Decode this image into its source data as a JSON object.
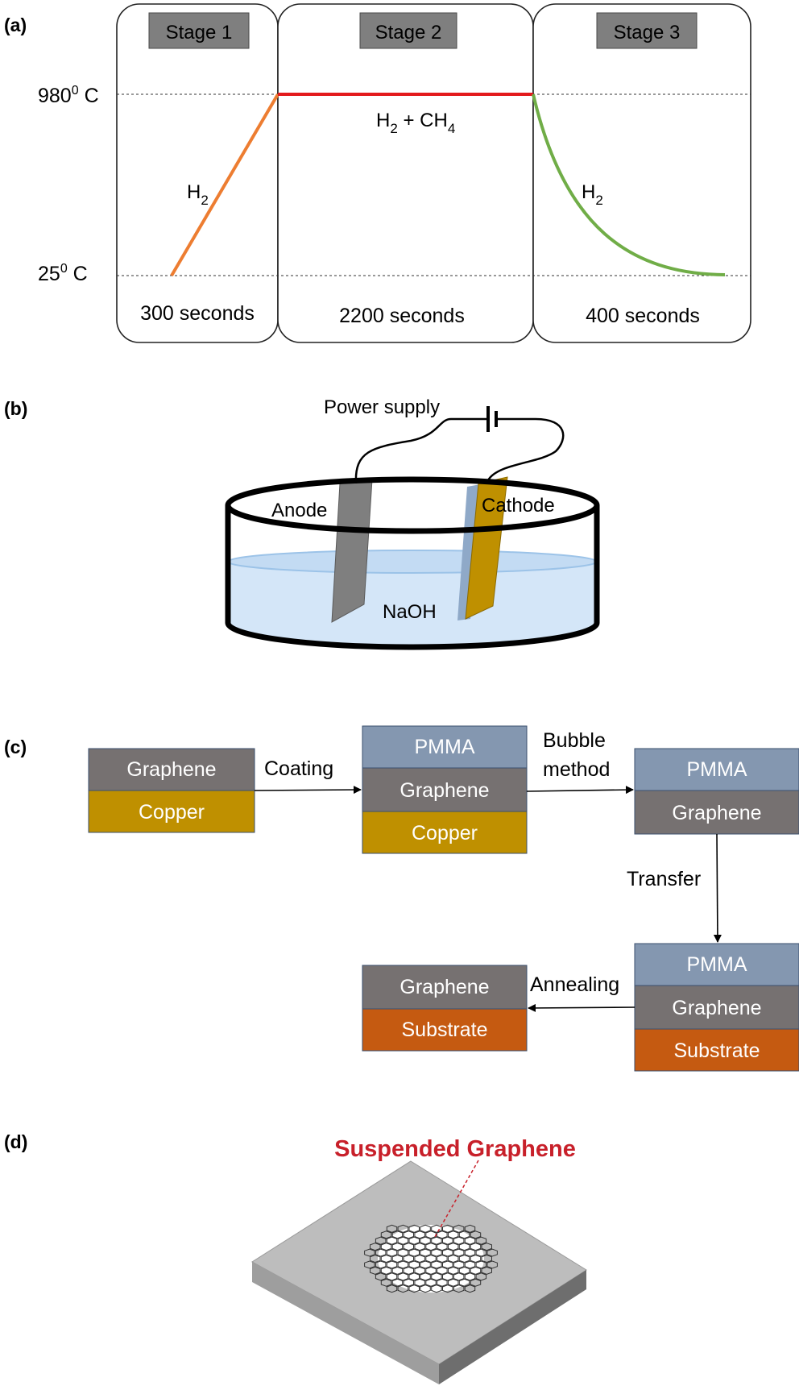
{
  "panel_labels": {
    "a": "(a)",
    "b": "(b)",
    "c": "(c)",
    "d": "(d)"
  },
  "panel_a": {
    "stages": [
      "Stage 1",
      "Stage 2",
      "Stage 3"
    ],
    "durations": [
      "300 seconds",
      "2200 seconds",
      "400 seconds"
    ],
    "temp_high": {
      "num": "980",
      "sup": "0",
      "unit": " C"
    },
    "temp_low": {
      "num": "25",
      "sup": "0",
      "unit": " C"
    },
    "gas_stage1": {
      "main": "H",
      "sub": "2"
    },
    "gas_stage2": {
      "h": "H",
      "h_sub": "2",
      "plus": " + CH",
      "ch_sub": "4"
    },
    "gas_stage3": {
      "main": "H",
      "sub": "2"
    },
    "colors": {
      "ramp": "#ED7D31",
      "hold": "#E31A1C",
      "cool": "#70AD47"
    }
  },
  "panel_b": {
    "power_supply": "Power supply",
    "anode": "Anode",
    "cathode": "Cathode",
    "solution": "NaOH"
  },
  "panel_c": {
    "stack1": [
      "Graphene",
      "Copper"
    ],
    "step1": "Coating",
    "stack2": [
      "PMMA",
      "Graphene",
      "Copper"
    ],
    "step2_line1": "Bubble",
    "step2_line2": "method",
    "stack3": [
      "PMMA",
      "Graphene"
    ],
    "step3": "Transfer",
    "stack4": [
      "PMMA",
      "Graphene",
      "Substrate"
    ],
    "step4": "Annealing",
    "stack5": [
      "Graphene",
      "Substrate"
    ],
    "colors": {
      "pmma": "#8497B0",
      "graphene": "#767171",
      "copper": "#BF9000",
      "substrate": "#C55A11"
    }
  },
  "panel_d": {
    "title": "Suspended Graphene"
  }
}
